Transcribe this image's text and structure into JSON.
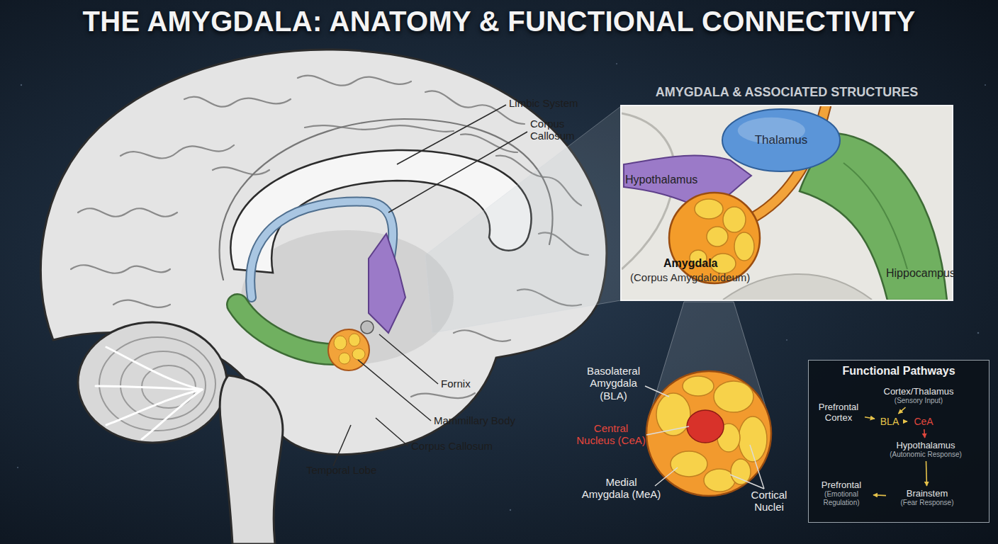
{
  "diagram": {
    "title": "THE AMYGDALA: ANATOMY & FUNCTIONAL CONNECTIVITY",
    "nodes": [
      {
        "text": [
          "AMYGDALA & ASSOCIATED STRUCTURES"
        ]
      },
      {
        "text": [
          "Thalamus"
        ],
        "in": 0
      },
      {
        "text": [
          "Functional Pathways"
        ]
      },
      {
        "text": [
          "Cortex/Thalamus",
          "(Sensory Input)"
        ],
        "in": 2
      },
      {
        "text": [
          "Prefrontal Cortex"
        ],
        "in": 2
      },
      {
        "text": [
          "BLA"
        ],
        "in": 2
      },
      {
        "text": [
          "CeA"
        ],
        "in": 2
      },
      {
        "text": [
          "Hypothalamus",
          "(Autonomic Response)"
        ],
        "in": 2
      },
      {
        "text": [
          "Prefrontal",
          "(Emotional Regulation)"
        ],
        "in": 2
      },
      {
        "text": [
          "Brainstem",
          "(Fear Response)"
        ],
        "in": 2
      }
    ],
    "edges": [
      {
        "from": 3,
        "to": 5,
        "arrow": "to"
      },
      {
        "from": 4,
        "to": 5,
        "arrow": "to"
      },
      {
        "from": 5,
        "to": 6,
        "arrow": "to"
      },
      {
        "from": 6,
        "to": 7,
        "arrow": "to"
      },
      {
        "from": 7,
        "to": 9,
        "arrow": "to"
      },
      {
        "from": 9,
        "to": 8,
        "arrow": "to"
      }
    ],
    "labels": [
      "Limbic System",
      "Corpus Callosum",
      "Fornix",
      "Mammillary Body",
      "Corpus Callosum",
      "Temporal Lobe",
      "Hypothalamus",
      "Hippocampus",
      "Amygdala",
      "(Corpus Amygdaloideum)",
      "Basolateral Amygdala (BLA)",
      "Central Nucleus (CeA)",
      "Medial Amygdala (MeA)",
      "Cortical Nuclei"
    ]
  }
}
